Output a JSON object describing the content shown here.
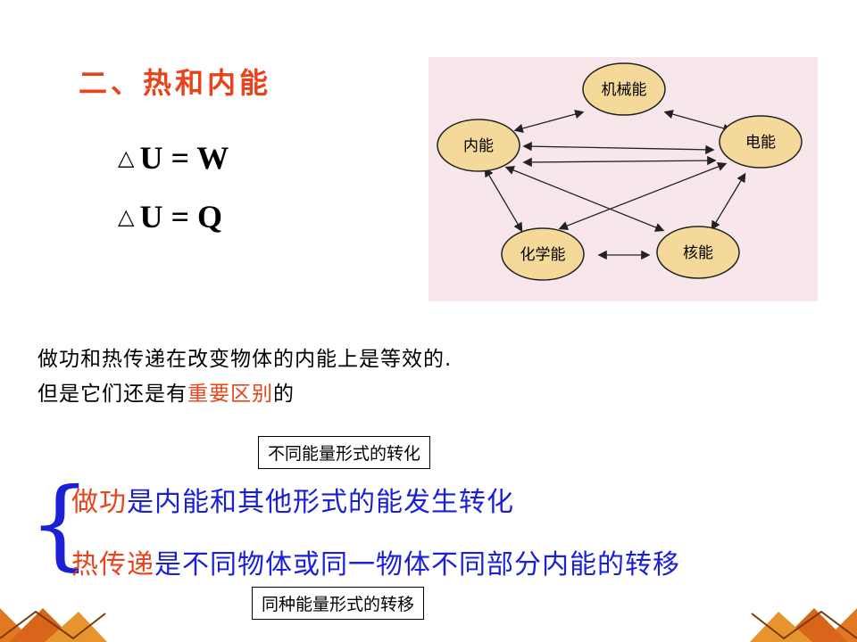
{
  "title": "二、热和内能",
  "equations": {
    "symbol": "△",
    "eq1": "U = W",
    "eq2": "U = Q"
  },
  "diagram": {
    "nodes": [
      "机械能",
      "内能",
      "电能",
      "化学能",
      "核能"
    ]
  },
  "paragraph": {
    "line1": "做功和热传递在改变物体的内能上是等效的.",
    "line2_prefix": "但是它们还是有",
    "line2_highlight": "重要区别",
    "line2_suffix": "的"
  },
  "labels": {
    "box1": "不同能量形式的转化",
    "box2": "同种能量形式的转移"
  },
  "brace": "{",
  "statements": {
    "s1_highlight": "做功",
    "s1_rest": "是内能和其他形式的能发生转化",
    "s2_highlight": "热传递",
    "s2_rest": "是不同物体或同一物体不同部分内能的转移"
  },
  "colors": {
    "title": "#e8431a",
    "highlight": "#e8431a",
    "statement": "#1a20d6",
    "node_fill": "#f5d99a"
  }
}
